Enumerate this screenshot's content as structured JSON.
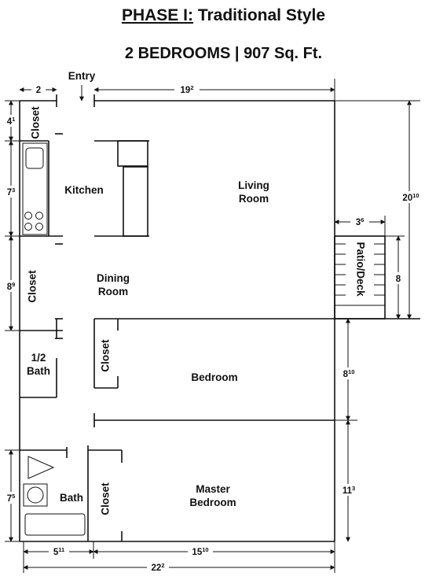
{
  "title": {
    "phase": "PHASE I:",
    "style": "Traditional Style"
  },
  "subtitle": "2 BEDROOMS | 907 Sq. Ft.",
  "entry": "Entry",
  "rooms": {
    "kitchen": "Kitchen",
    "living_1": "Living",
    "living_2": "Room",
    "dining_1": "Dining",
    "dining_2": "Room",
    "bedroom": "Bedroom",
    "master_1": "Master",
    "master_2": "Bedroom",
    "half_bath_1": "1/2",
    "half_bath_2": "Bath",
    "bath": "Bath",
    "closet": "Closet",
    "patio": "Patio/Deck"
  },
  "dims": {
    "top_closet": {
      "main": "2",
      "sup": ""
    },
    "living_width": {
      "main": "19",
      "sup": "2"
    },
    "left_closet": {
      "main": "4",
      "sup": "1"
    },
    "kitchen": {
      "main": "7",
      "sup": "3"
    },
    "dining": {
      "main": "8",
      "sup": "9"
    },
    "bath_left": {
      "main": "7",
      "sup": "5"
    },
    "right_total": {
      "main": "20",
      "sup": "10"
    },
    "patio_width": {
      "main": "3",
      "sup": "6"
    },
    "patio_depth": {
      "main": "8",
      "sup": ""
    },
    "bedroom_depth": {
      "main": "8",
      "sup": "10"
    },
    "master_depth": {
      "main": "11",
      "sup": "3"
    },
    "bath_width": {
      "main": "5",
      "sup": "11"
    },
    "master_width": {
      "main": "15",
      "sup": "10"
    },
    "total_width": {
      "main": "22",
      "sup": "2"
    }
  }
}
